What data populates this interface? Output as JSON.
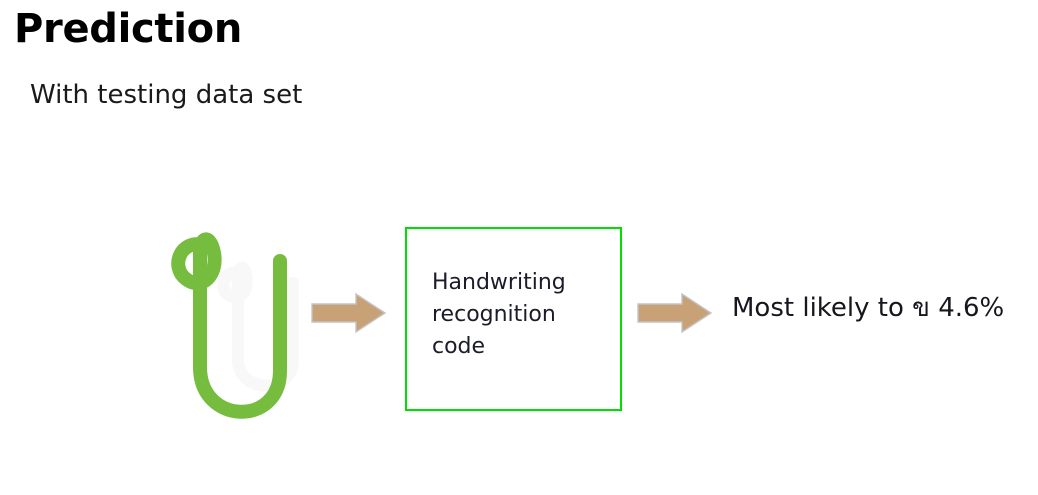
{
  "slide": {
    "title": "Prediction",
    "subtitle": "With testing data set",
    "background_color": "#ffffff"
  },
  "diagram": {
    "type": "pipeline",
    "input": {
      "kind": "handwritten-glyph",
      "character": "ข",
      "stroke_color": "#76bc3f",
      "ghost_stroke_color": "#f7f7f7",
      "alt_text": "Hand drawn Thai character"
    },
    "arrows": [
      {
        "name": "arrow-input-to-process",
        "fill": "#c9a176",
        "stroke": "#bfbfbf",
        "direction": "right"
      },
      {
        "name": "arrow-process-to-output",
        "fill": "#c9a176",
        "stroke": "#bfbfbf",
        "direction": "right"
      }
    ],
    "process": {
      "label": "Handwriting\nrecognition\ncode",
      "border_color": "#00e000",
      "fill_color": "#ffffff"
    },
    "output": {
      "label": "Most likely to ข 4.6%",
      "confidence": "4.6%",
      "predicted_character": "ข"
    }
  }
}
